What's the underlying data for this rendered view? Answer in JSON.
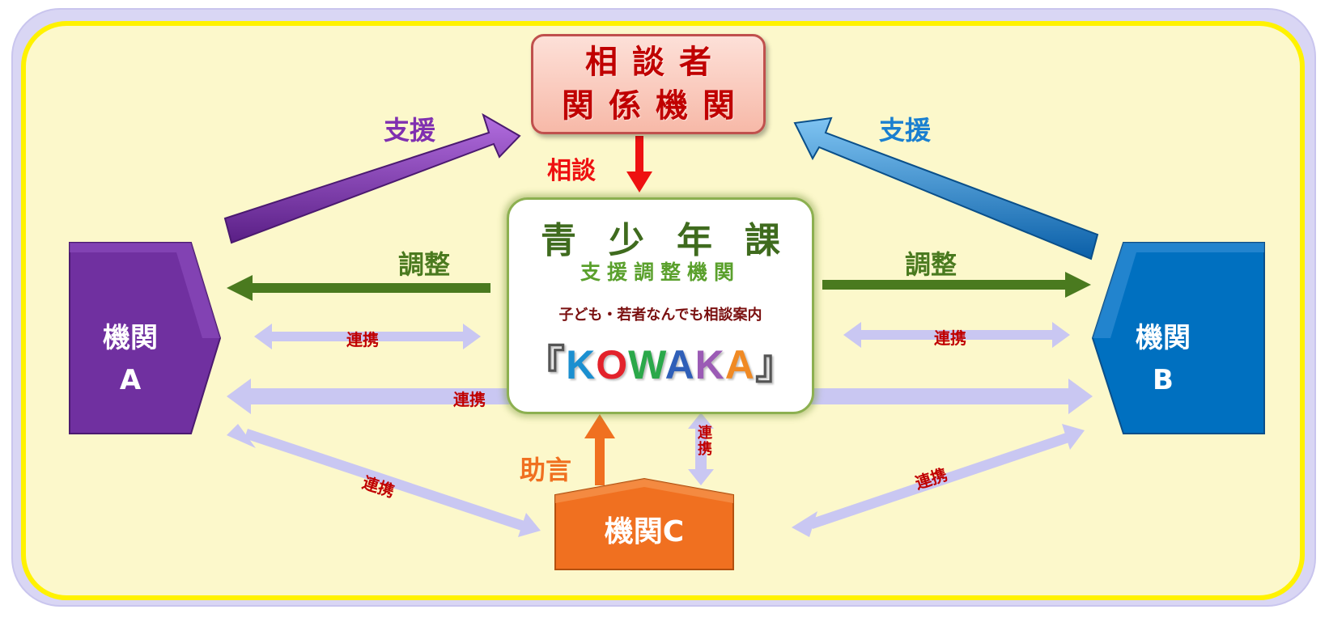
{
  "client": {
    "line1": "相談者",
    "line2": "関係機関"
  },
  "center": {
    "name": "青少年課",
    "subtitle": "支援調整機関",
    "description": "子ども・若者なんでも相談案内",
    "bracket_open": "『",
    "bracket_close": "』",
    "kowaka_letters": [
      {
        "ch": "K",
        "color": "#1b8fd0"
      },
      {
        "ch": "O",
        "color": "#e3222b"
      },
      {
        "ch": "W",
        "color": "#2ba84a"
      },
      {
        "ch": "A",
        "color": "#2f5fb8"
      },
      {
        "ch": "K",
        "color": "#9b5bb5"
      },
      {
        "ch": "A",
        "color": "#f08a24"
      }
    ]
  },
  "agencies": {
    "a": {
      "line1": "機関",
      "line2": "A",
      "color": "#7030a0"
    },
    "b": {
      "line1": "機関",
      "line2": "B",
      "color": "#0070c0"
    },
    "c": {
      "label": "機関C",
      "color": "#f07020"
    }
  },
  "labels": {
    "support_left": "支援",
    "support_right": "支援",
    "consult": "相談",
    "adjust_left": "調整",
    "adjust_right": "調整",
    "link_a": "連携",
    "link_b": "連携",
    "link_main": "連携",
    "link_vertical": "連携",
    "link_ac": "連携",
    "link_bc": "連携",
    "advice": "助言"
  },
  "colors": {
    "support_left": "#8030b0",
    "support_right": "#1a7fd0",
    "consult": "#ee1111",
    "adjust": "#4a7a1f",
    "link": "#c9c7f2",
    "link_text": "#c00000",
    "advice": "#f07020"
  }
}
